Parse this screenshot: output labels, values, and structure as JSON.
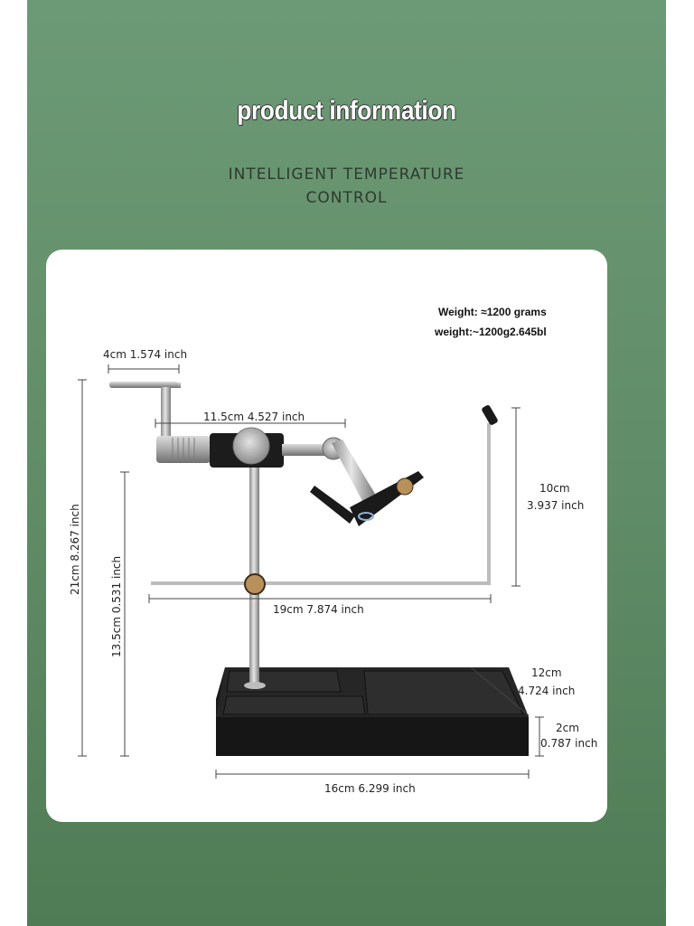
{
  "header": {
    "title": "product information",
    "subtitle_line1": "INTELLIGENT  TEMPERATURE",
    "subtitle_line2": "CONTROL"
  },
  "specs": {
    "weight_line1": "Weight: ≈1200 grams",
    "weight_line2": "weight:~1200g2.645bl"
  },
  "dimensions": {
    "handle_width": "4cm 1.574 inch",
    "arm_length": "11.5cm 4.527 inch",
    "holder_height": "10cm",
    "holder_height_inch": "3.937 inch",
    "total_height": "21cm 8.267 inch",
    "stem_height": "13.5cm 0.531 inch",
    "rod_length": "19cm   7.874 inch",
    "base_depth": "12cm",
    "base_depth_inch": "4.724 inch",
    "base_thickness": "2cm",
    "base_thickness_inch": "0.787 inch",
    "base_width": "16cm 6.299 inch"
  },
  "colors": {
    "background_green": "#5f8c66",
    "card": "#ffffff",
    "base_black": "#1b1b1b",
    "metal": "#b9b9b9",
    "brass": "#b8905a"
  }
}
